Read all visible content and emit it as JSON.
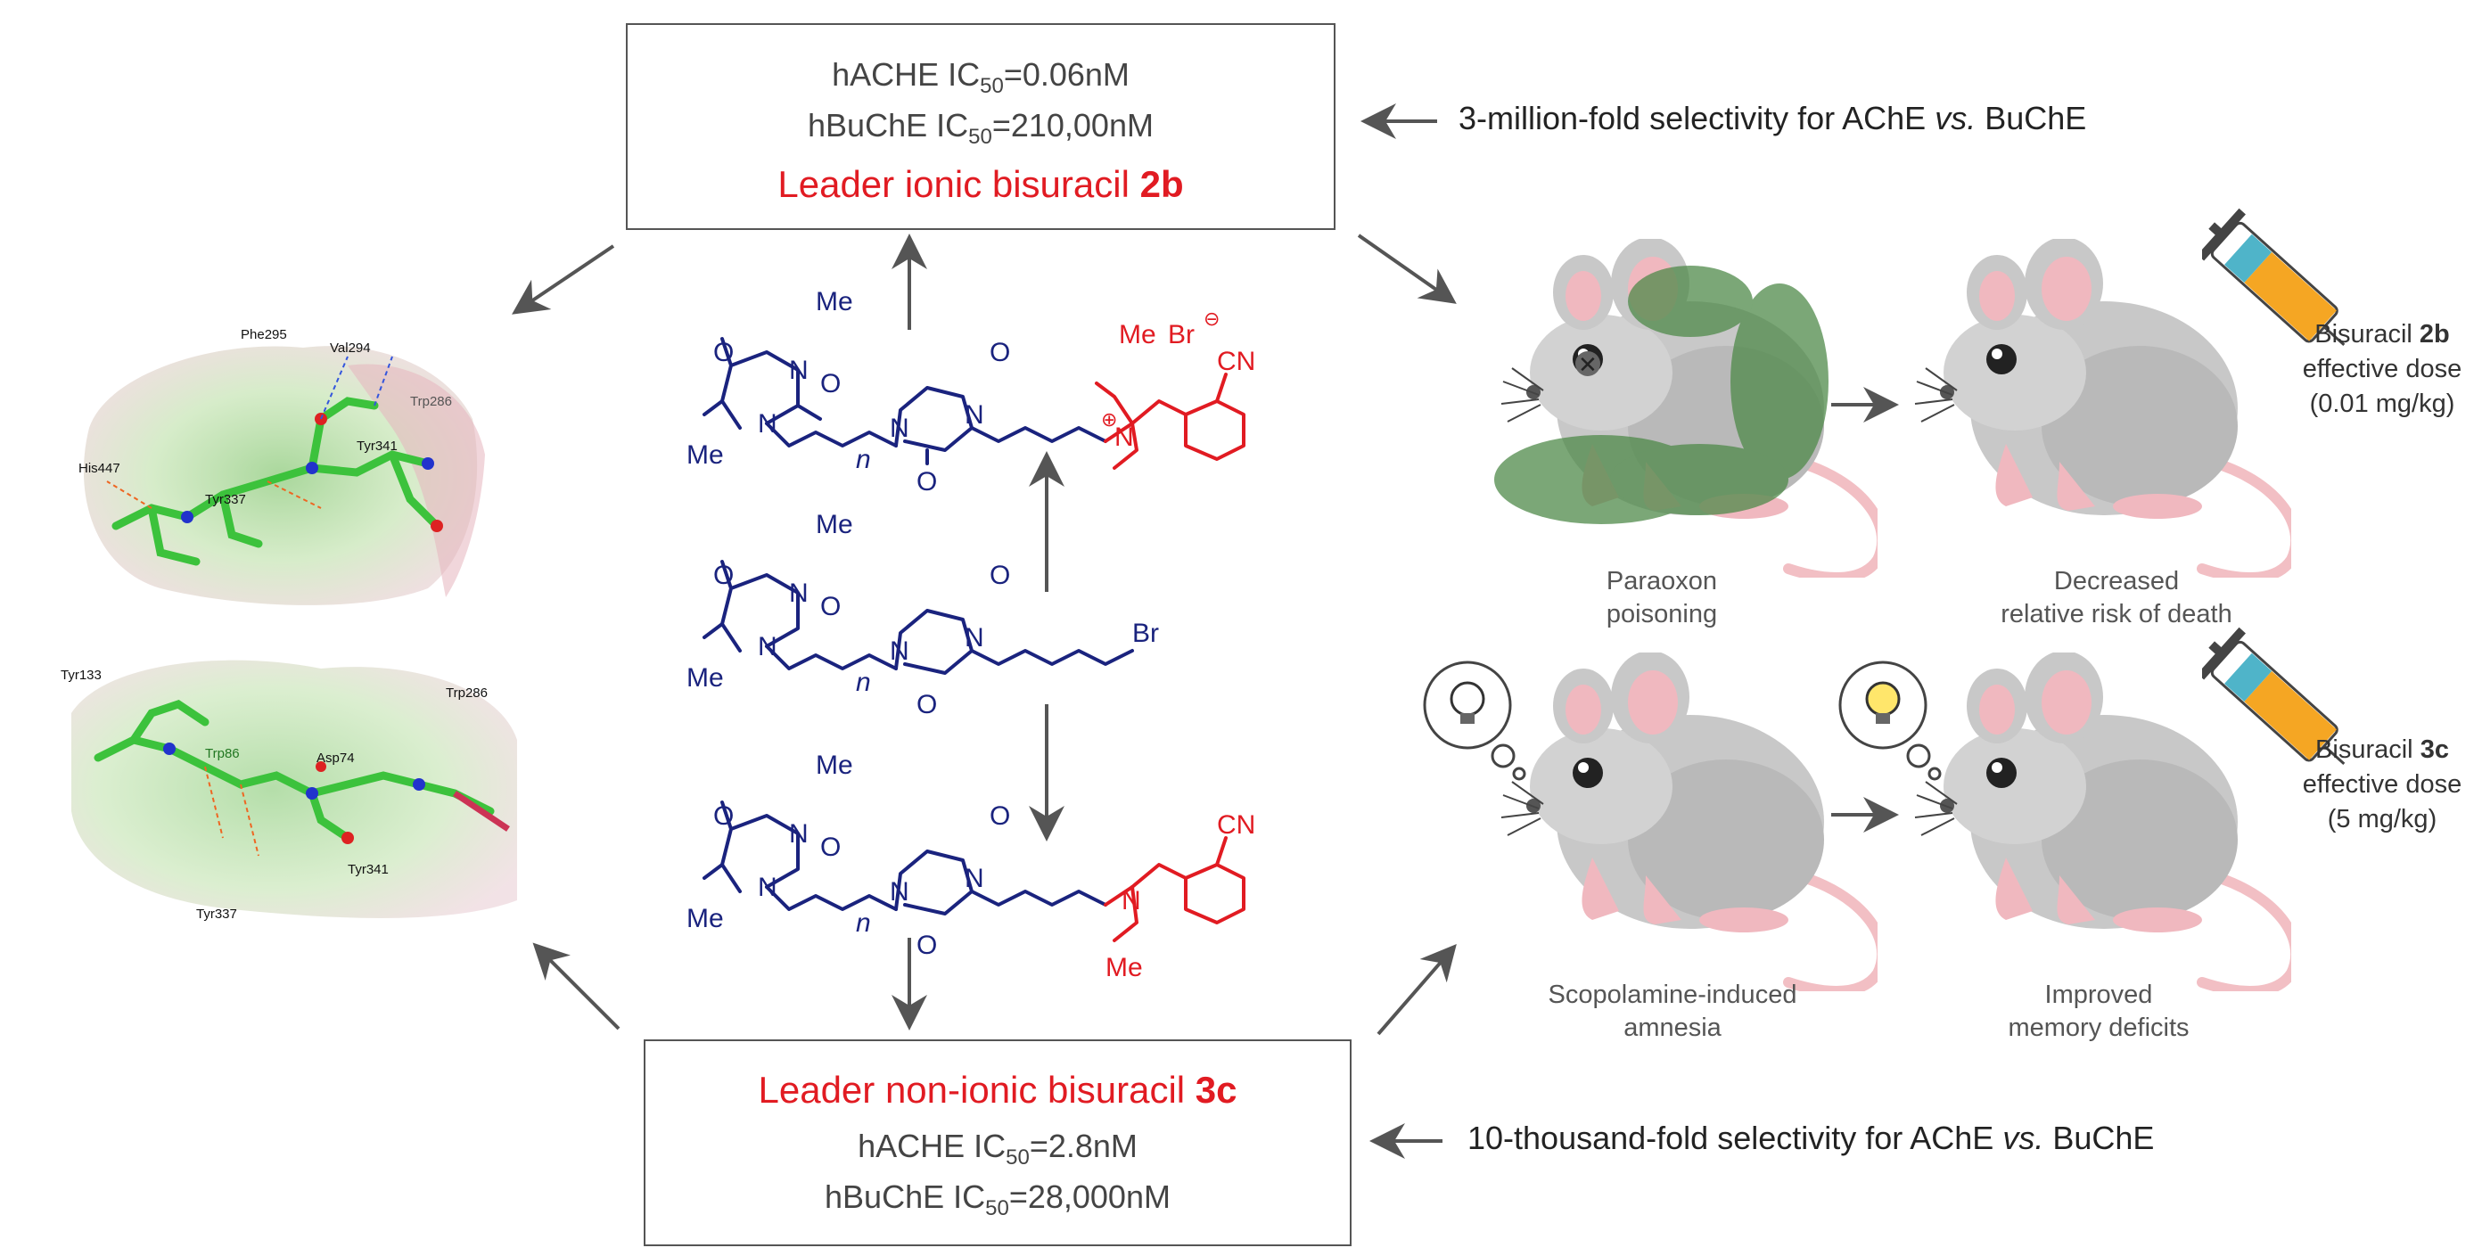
{
  "top_box": {
    "line1_label": "hACHE  IC",
    "line1_sub": "50",
    "line1_value": "=0.06nM",
    "line2_label": "hBuChE IC",
    "line2_sub": "50",
    "line2_value": "=210,00nM",
    "leader_prefix": "Leader ionic bisuracil ",
    "leader_id": "2b"
  },
  "bottom_box": {
    "leader_prefix": "Leader non-ionic bisuracil ",
    "leader_id": "3c",
    "line1_label": "hACHE  IC",
    "line1_sub": "50",
    "line1_value": "=2.8nM",
    "line2_label": "hBuChE IC",
    "line2_sub": "50",
    "line2_value": "=28,000nM"
  },
  "selectivity_top": {
    "prefix": "3-million-fold selectivity for AChE ",
    "vs": "vs.",
    "suffix": " BuChE"
  },
  "selectivity_bottom": {
    "prefix": "10-thousand-fold selectivity for AChE ",
    "vs": "vs.",
    "suffix": " BuChE"
  },
  "docking_top_labels": [
    "Phe295",
    "Val294",
    "Trp286",
    "His447",
    "Tyr341",
    "Tyr337"
  ],
  "docking_bottom_labels": [
    "Tyr133",
    "Trp286",
    "Trp86",
    "Asp74",
    "Tyr341",
    "Tyr337"
  ],
  "molecules": {
    "me": "Me",
    "n": "n",
    "br": "Br",
    "br_anion": "Br",
    "cn": "CN",
    "n_atom": "N",
    "o_atom": "O"
  },
  "mice": {
    "caption_1a": "Paraoxon",
    "caption_1b": "poisoning",
    "caption_2a": "Decreased",
    "caption_2b": "relative risk of death",
    "caption_3a": "Scopolamine-induced",
    "caption_3b": "amnesia",
    "caption_4a": "Improved",
    "caption_4b": "memory deficits"
  },
  "dose_top": {
    "prefix": "Bisuracil ",
    "compound": "2b",
    "line2": "effective dose",
    "line3": "(0.01 mg/kg)"
  },
  "dose_bottom": {
    "prefix": "Bisuracil ",
    "compound": "3c",
    "line2": "effective dose",
    "line3": "(5 mg/kg)"
  },
  "colors": {
    "navy": "#1a237e",
    "red": "#e11b22",
    "arrow": "#555555",
    "green_cloud": "#4f8a4a",
    "mouse_body": "#c8c8c8",
    "tail": "#f2bfc4"
  }
}
